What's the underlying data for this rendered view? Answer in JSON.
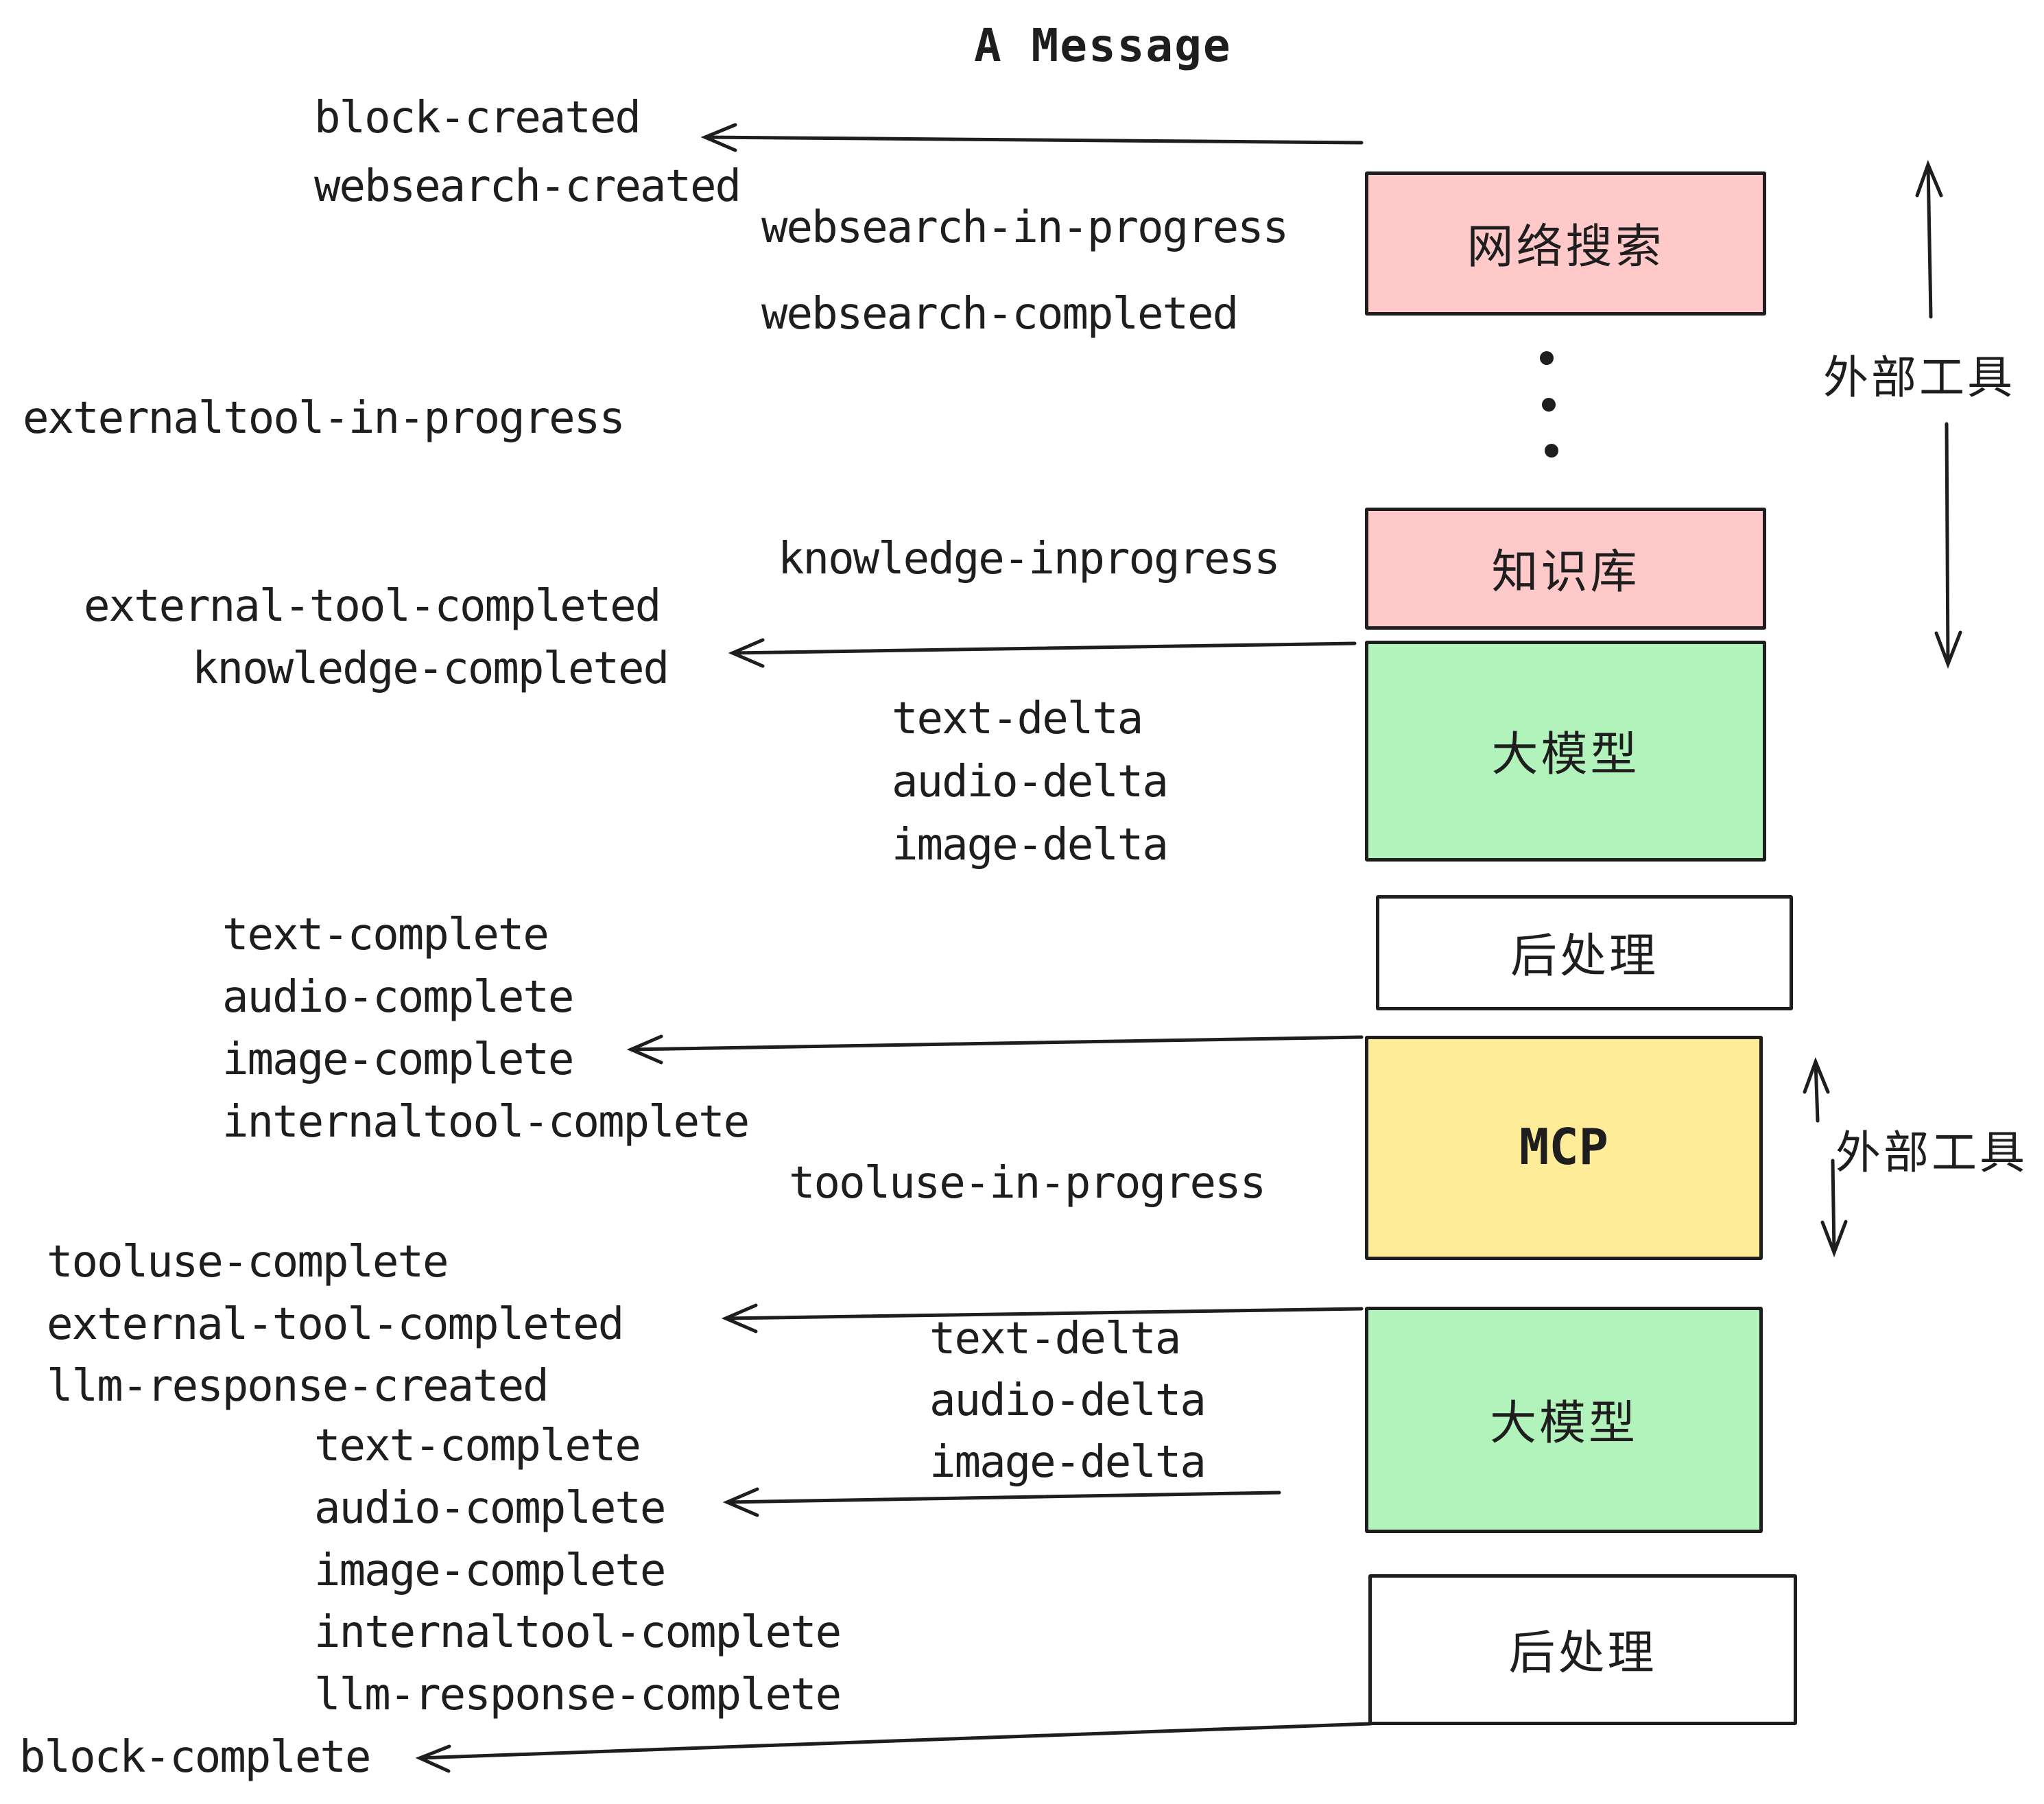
{
  "title": "A Message",
  "colors": {
    "ink": "#1e1e1e",
    "box_pink": "#ffc9c9",
    "box_green": "#b2f2bb",
    "box_yellow": "#ffec99",
    "box_white": "#ffffff",
    "background": "#ffffff"
  },
  "boxes": [
    {
      "label": "网络搜索",
      "fill": "#ffc9c9"
    },
    {
      "label": "知识库",
      "fill": "#ffc9c9"
    },
    {
      "label": "大模型",
      "fill": "#b2f2bb"
    },
    {
      "label": "后处理",
      "fill": "#ffffff"
    },
    {
      "label": "MCP",
      "fill": "#ffec99"
    },
    {
      "label": "大模型",
      "fill": "#b2f2bb"
    },
    {
      "label": "后处理",
      "fill": "#ffffff"
    }
  ],
  "left_events": [
    {
      "text": "block-created"
    },
    {
      "text": "websearch-created"
    },
    {
      "text": "externaltool-in-progress"
    },
    {
      "text": "external-tool-completed"
    },
    {
      "text": "knowledge-completed"
    },
    {
      "text": "text-complete"
    },
    {
      "text": "audio-complete"
    },
    {
      "text": "image-complete"
    },
    {
      "text": "internaltool-complete"
    },
    {
      "text": "tooluse-complete"
    },
    {
      "text": "external-tool-completed"
    },
    {
      "text": "llm-response-created"
    },
    {
      "text": "text-complete"
    },
    {
      "text": "audio-complete"
    },
    {
      "text": "image-complete"
    },
    {
      "text": "internaltool-complete"
    },
    {
      "text": "llm-response-complete"
    },
    {
      "text": "block-complete"
    }
  ],
  "middle_events": [
    {
      "text": "websearch-in-progress"
    },
    {
      "text": "websearch-completed"
    },
    {
      "text": "knowledge-inprogress"
    },
    {
      "text": "text-delta"
    },
    {
      "text": "audio-delta"
    },
    {
      "text": "image-delta"
    },
    {
      "text": "tooluse-in-progress"
    },
    {
      "text": "text-delta"
    },
    {
      "text": "audio-delta"
    },
    {
      "text": "image-delta"
    }
  ],
  "side_labels": [
    {
      "text": "外部工具"
    },
    {
      "text": "外部工具"
    }
  ]
}
